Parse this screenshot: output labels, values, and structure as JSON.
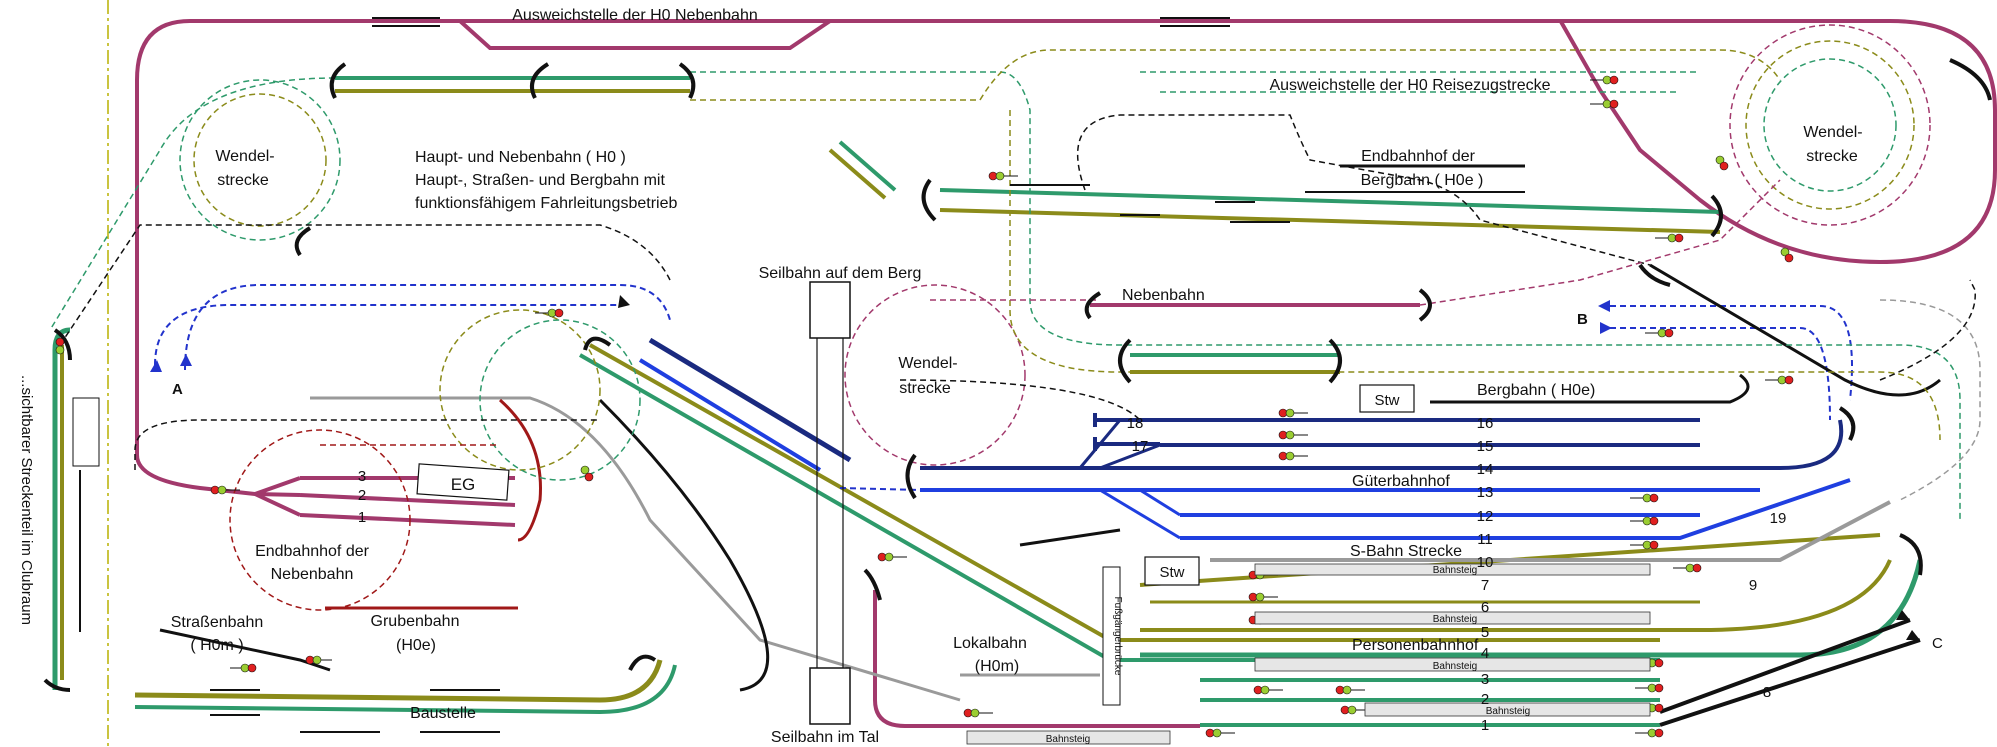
{
  "title": "Ausweichstelle der H0 Nebenbahn",
  "colors": {
    "hauptbahn": "#2e9a6b",
    "olive": "#8b8b1a",
    "nebenbahn": "#a2396c",
    "gueter_dark": "#1a2a80",
    "gueter_blue": "#1f3fe0",
    "dashed_blue": "#2233cc",
    "grubenbahn": "#a01818",
    "grey": "#9a9a9a",
    "black": "#111111",
    "axis": "#b8b000"
  },
  "labels": {
    "reisezug": "Ausweichstelle der H0 Reisezugstrecke",
    "wendel_left_1": "Wendel-",
    "wendel_left_2": "strecke",
    "wendel_mid_1": "Wendel-",
    "wendel_mid_2": "strecke",
    "wendel_right_1": "Wendel-",
    "wendel_right_2": "strecke",
    "desc_1": "Haupt- und Nebenbahn ( H0 )",
    "desc_2": "Haupt-, Straßen- und Bergbahn mit",
    "desc_3": "funktionsfähigem Fahrleitungsbetrieb",
    "endbahnhof_berg_1": "Endbahnhof der",
    "endbahnhof_berg_2": "Bergbahn ( H0e )",
    "seilbahn_berg": "Seilbahn auf dem Berg",
    "seilbahn_tal": "Seilbahn im Tal",
    "nebenbahn": "Nebenbahn",
    "bergbahn": "Bergbahn ( H0e)",
    "stw": "Stw",
    "gueterbahnhof": "Güterbahnhof",
    "sbahn": "S-Bahn Strecke",
    "personenbahnhof": "Personenbahnhof",
    "eg": "EG",
    "endbahnhof_neben_1": "Endbahnhof der",
    "endbahnhof_neben_2": "Nebenbahn",
    "grubenbahn_1": "Grubenbahn",
    "grubenbahn_2": "(H0e)",
    "strassenbahn_1": "Straßenbahn",
    "strassenbahn_2": "( H0m )",
    "baustelle": "Baustelle",
    "lokalbahn_1": "Lokalbahn",
    "lokalbahn_2": "(H0m)",
    "fussgaengerbruecke": "Fußgängerbrücke",
    "bahnsteig": "Bahnsteig",
    "sichtbar": "...sichtbarer Streckenteil im Clubraum",
    "marker_a": "A",
    "marker_b": "B",
    "marker_c": "C"
  },
  "track_numbers": {
    "t1": "1",
    "t2": "2",
    "t3": "3",
    "t4": "4",
    "t5": "5",
    "t6": "6",
    "t7": "7",
    "t8": "8",
    "t9": "9",
    "t10": "10",
    "t11": "11",
    "t12": "12",
    "t13": "13",
    "t14": "14",
    "t15": "15",
    "t16": "16",
    "t17": "17",
    "t18": "18",
    "t19": "19",
    "n1": "1",
    "n2": "2",
    "n3": "3"
  }
}
